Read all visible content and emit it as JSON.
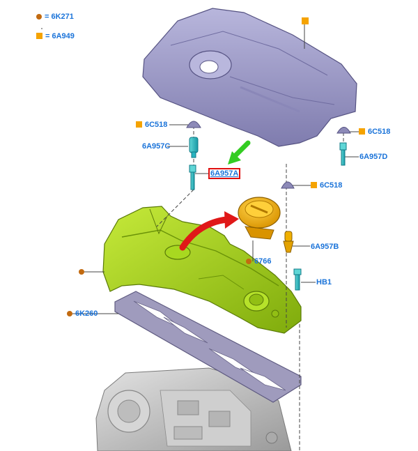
{
  "colors": {
    "label": "#1a73d9",
    "square_marker": "#f5a300",
    "dot_marker": "#c26a10",
    "highlight": "#e01010",
    "pointer_arrow": "#33cc22",
    "curved_arrow": "#e01818",
    "cover": "#9a98c4",
    "valve_cover": "#9ccc14",
    "cap": "#f0b000",
    "gasket": "#8c88ac",
    "engine": "#c4c4c4"
  },
  "legend": [
    {
      "marker": "dot",
      "eq": "=",
      "code": "6K271"
    },
    {
      "marker": "square",
      "eq": "=",
      "code": "6A949"
    }
  ],
  "labels": {
    "c518_left": "6C518",
    "c518_right": "6C518",
    "c518_mid": "6C518",
    "a957c": "6A957C",
    "a957d": "6A957D",
    "a957a": "6A957A",
    "a957b": "6A957B",
    "p6766": "6766",
    "hb1": "HB1",
    "k260": "6K260"
  }
}
